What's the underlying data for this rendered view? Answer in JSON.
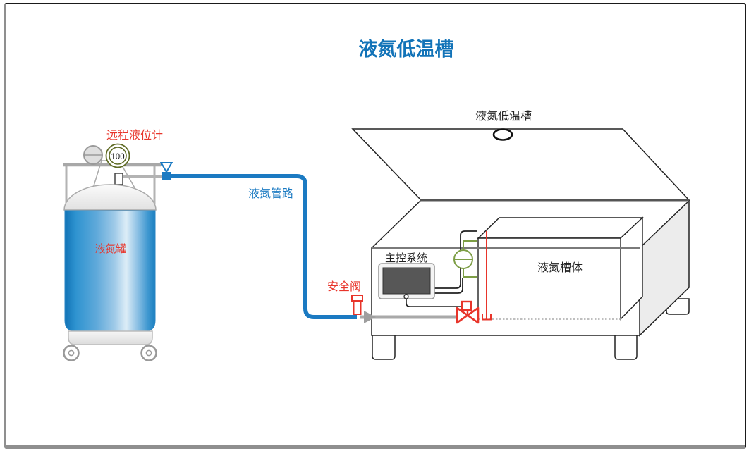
{
  "title": "液氮低温槽",
  "colors": {
    "title_blue": "#1273b8",
    "pipe_blue": "#1b7ac2",
    "alert_red": "#e8352b",
    "sensor_green": "#7d9e45",
    "gauge_olive": "#5f6b24",
    "pipe_gray": "#a9a9a9",
    "screen_dark": "#575757"
  },
  "tank": {
    "label": "液氮罐",
    "level_gauge_label": "远程液位计",
    "level_gauge_value": "100"
  },
  "pipeline": {
    "label": "液氮管路"
  },
  "safety_valve": {
    "label": "安全阀"
  },
  "bath": {
    "lid_label": "液氮低温槽",
    "controller_label": "主控系统",
    "body_label": "液氮槽体"
  }
}
